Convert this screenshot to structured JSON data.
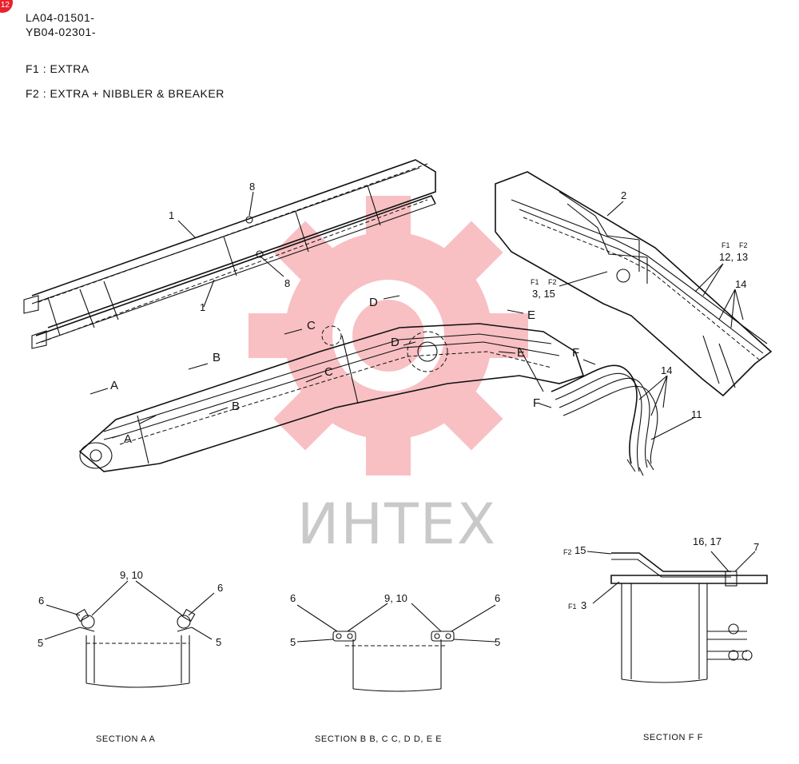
{
  "badge": "12",
  "header": {
    "code1": "LA04-01501-",
    "code2": "YB04-02301-",
    "f1_label": "F1",
    "f1_sep": ":",
    "f1_desc": "EXTRA",
    "f2_label": "F2",
    "f2_sep": ":",
    "f2_desc": "EXTRA + NIBBLER & BREAKER"
  },
  "watermark": {
    "text": "ИНТЕХ",
    "color": "#e8212c"
  },
  "callouts": {
    "c1a": "1",
    "c1b": "1",
    "c8a": "8",
    "c8b": "8",
    "c2": "2",
    "c12_13": "12, 13",
    "c3_15": "3, 15",
    "c14a": "14",
    "c14b": "14",
    "c11": "11",
    "f1_small_a": "F1",
    "f2_small_a": "F2",
    "f1_small_b": "F1",
    "f2_small_b": "F2",
    "arrow_A1": "A",
    "arrow_A2": "A",
    "arrow_B1": "B",
    "arrow_B2": "B",
    "arrow_C1": "C",
    "arrow_C2": "C",
    "arrow_D1": "D",
    "arrow_D2": "D",
    "arrow_E1": "E",
    "arrow_E2": "E",
    "arrow_F1": "F",
    "arrow_F2": "F"
  },
  "sections": {
    "aa": {
      "title": "SECTION  A A",
      "c9_10": "9, 10",
      "c6a": "6",
      "c6b": "6",
      "c5a": "5",
      "c5b": "5"
    },
    "bb": {
      "title": "SECTION  B B, C C, D D, E E",
      "c9_10": "9, 10",
      "c6a": "6",
      "c6b": "6",
      "c5a": "5",
      "c5b": "5"
    },
    "ff": {
      "title": "SECTION  F F",
      "f2": "F2",
      "c15": "15",
      "f1": "F1",
      "c3": "3",
      "c16_17": "16, 17",
      "c7": "7"
    }
  }
}
